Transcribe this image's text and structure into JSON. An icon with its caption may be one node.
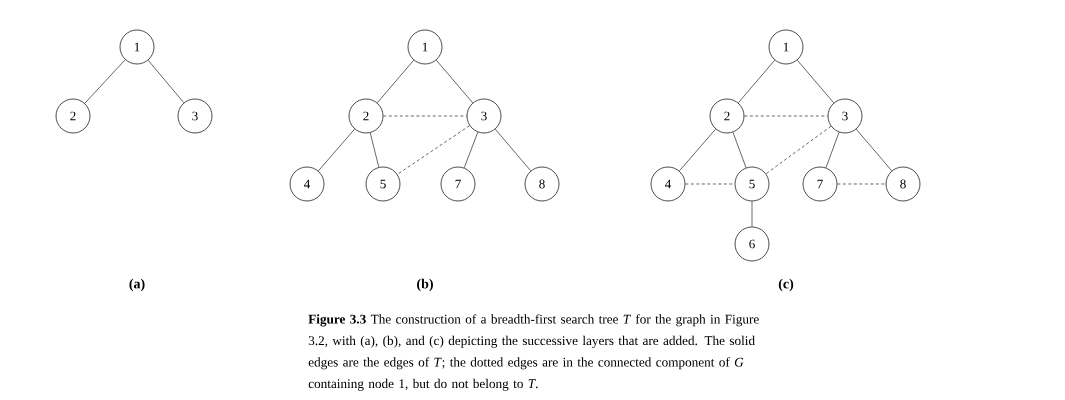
{
  "diagram": {
    "caption": "**Figure 3.3** The construction of a breadth-first search tree *T* for the graph in Figure 3.2, with (a), (b), and (c) depicting the successive layers that are added. The solid edges are the edges of *T*; the dotted edges are in the connected component of *G* containing node 1, but do not belong to *T*.",
    "nodes": [
      {
        "text": [
          "1"
        ]
      },
      {
        "text": [
          "2"
        ]
      },
      {
        "text": [
          "3"
        ]
      },
      {
        "text": [
          "1"
        ]
      },
      {
        "text": [
          "2"
        ]
      },
      {
        "text": [
          "3"
        ]
      },
      {
        "text": [
          "4"
        ]
      },
      {
        "text": [
          "5"
        ]
      },
      {
        "text": [
          "7"
        ]
      },
      {
        "text": [
          "8"
        ]
      },
      {
        "text": [
          "1"
        ]
      },
      {
        "text": [
          "2"
        ]
      },
      {
        "text": [
          "3"
        ]
      },
      {
        "text": [
          "4"
        ]
      },
      {
        "text": [
          "5"
        ]
      },
      {
        "text": [
          "7"
        ]
      },
      {
        "text": [
          "8"
        ]
      },
      {
        "text": [
          "6"
        ]
      }
    ],
    "edges": [
      {
        "from": 0,
        "to": 1,
        "arrow": "none"
      },
      {
        "from": 0,
        "to": 2,
        "arrow": "none"
      },
      {
        "from": 3,
        "to": 4,
        "arrow": "none"
      },
      {
        "from": 3,
        "to": 5,
        "arrow": "none"
      },
      {
        "from": 4,
        "to": 5,
        "arrow": "none",
        "style": "dashed"
      },
      {
        "from": 4,
        "to": 6,
        "arrow": "none"
      },
      {
        "from": 4,
        "to": 7,
        "arrow": "none"
      },
      {
        "from": 5,
        "to": 7,
        "arrow": "none",
        "style": "dashed"
      },
      {
        "from": 5,
        "to": 8,
        "arrow": "none"
      },
      {
        "from": 5,
        "to": 9,
        "arrow": "none"
      },
      {
        "from": 10,
        "to": 11,
        "arrow": "none"
      },
      {
        "from": 10,
        "to": 12,
        "arrow": "none"
      },
      {
        "from": 11,
        "to": 12,
        "arrow": "none",
        "style": "dashed"
      },
      {
        "from": 11,
        "to": 13,
        "arrow": "none"
      },
      {
        "from": 11,
        "to": 14,
        "arrow": "none"
      },
      {
        "from": 12,
        "to": 14,
        "arrow": "none",
        "style": "dashed"
      },
      {
        "from": 12,
        "to": 15,
        "arrow": "none"
      },
      {
        "from": 12,
        "to": 16,
        "arrow": "none"
      },
      {
        "from": 13,
        "to": 14,
        "arrow": "none",
        "style": "dashed"
      },
      {
        "from": 15,
        "to": 16,
        "arrow": "none",
        "style": "dashed"
      },
      {
        "from": 14,
        "to": 17,
        "arrow": "none"
      }
    ],
    "labels": [
      "(a)",
      "(b)",
      "(c)"
    ]
  }
}
